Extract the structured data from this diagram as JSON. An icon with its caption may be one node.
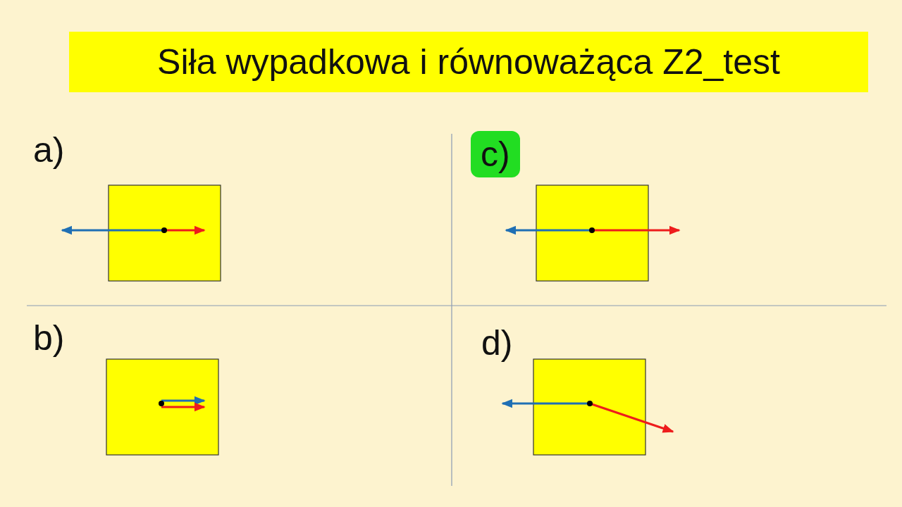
{
  "diagram": {
    "title": "Siła wypadkowa i równoważąca Z2_test",
    "labels": [
      "a)",
      "b)",
      "c)",
      "d)"
    ]
  }
}
